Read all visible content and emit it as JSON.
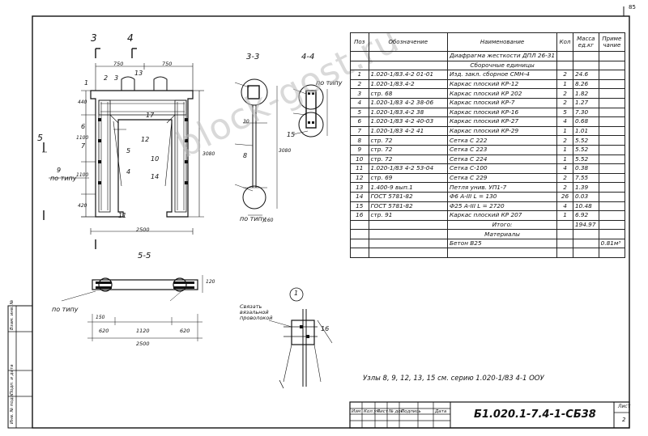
{
  "page_number": "85",
  "document_code": "Б1.020.1-7.4-1-СБ38",
  "sheet_label": "Лист",
  "sheet_number": "2",
  "note": "Узлы 8, 9, 12, 13, 15 см. серию 1.020-1/83 4-1 ООУ",
  "watermark": "block-gost.ru",
  "stamp_headers": [
    "Изм",
    "Кол.уч",
    "Лист",
    "№ док",
    "Подпись",
    "Дата"
  ],
  "side_labels": [
    "Инв. № подл.",
    "Подп. и дата",
    "Взам. инв. №"
  ],
  "table": {
    "headers": {
      "pos": "Поз",
      "designation": "Обозначение",
      "name": "Наименование",
      "qty": "Кол",
      "mass": "Масса ед.кг",
      "note": "Приме чание"
    },
    "title_row": "Диафрагма жесткости ДПЛ 26-31",
    "section_assembly": "Сборочные единицы",
    "rows": [
      {
        "pos": "1",
        "designation": "1.020-1/83.4-2 01-01",
        "name": "Изд. закл. сборное СМН-4",
        "qty": "2",
        "mass": "24.6"
      },
      {
        "pos": "2",
        "designation": "1.020-1/83.4-2",
        "name": "Каркас плоский КР-12",
        "qty": "1",
        "mass": "8.26"
      },
      {
        "pos": "3",
        "designation": "стр. 68",
        "name": "Каркас плоский КР 202",
        "qty": "2",
        "mass": "1.82"
      },
      {
        "pos": "4",
        "designation": "1.020-1/83 4-2 38-06",
        "name": "Каркас плоский КР-7",
        "qty": "2",
        "mass": "1.27"
      },
      {
        "pos": "5",
        "designation": "1.020-1/83.4-2 38",
        "name": "Каркас плоский КР-16",
        "qty": "5",
        "mass": "7.30"
      },
      {
        "pos": "6",
        "designation": "1.020-1/83 4-2 40-03",
        "name": "Каркас плоский КР-27",
        "qty": "4",
        "mass": "0.68"
      },
      {
        "pos": "7",
        "designation": "1.020-1/83 4-2 41",
        "name": "Каркас плоский КР-29",
        "qty": "1",
        "mass": "1.01"
      },
      {
        "pos": "8",
        "designation": "стр. 72",
        "name": "Сетка С 222",
        "qty": "2",
        "mass": "5.52"
      },
      {
        "pos": "9",
        "designation": "стр. 72",
        "name": "Сетка С 223",
        "qty": "1",
        "mass": "5.52"
      },
      {
        "pos": "10",
        "designation": "стр. 72",
        "name": "Сетка С 224",
        "qty": "1",
        "mass": "5.52"
      },
      {
        "pos": "11",
        "designation": "1.020-1/83 4-2 53-04",
        "name": "Сетка С-100",
        "qty": "4",
        "mass": "0.38"
      },
      {
        "pos": "12",
        "designation": "стр. 69",
        "name": "Сетка С 229",
        "qty": "2",
        "mass": "7.55"
      },
      {
        "pos": "13",
        "designation": "1.400-9 вып.1",
        "name": "Петля унив. УП1-7",
        "qty": "2",
        "mass": "1.39"
      },
      {
        "pos": "14",
        "designation": "ГОСТ 5781-82",
        "name": "Ф6 А-III L = 130",
        "qty": "26",
        "mass": "0.03"
      },
      {
        "pos": "15",
        "designation": "ГОСТ 5781-82",
        "name": "Ф25 А-III L = 2720",
        "qty": "4",
        "mass": "10.48"
      },
      {
        "pos": "16",
        "designation": "стр. 91",
        "name": "Каркас плоский КР 207",
        "qty": "1",
        "mass": "6.92"
      }
    ],
    "total_label": "Итого:",
    "total_mass": "194.97",
    "section_materials": "Материалы",
    "material": {
      "name": "Бетон В25",
      "note": "0.81м³"
    }
  },
  "drawing": {
    "section_labels": [
      "3",
      "4",
      "3-3",
      "4-4",
      "5-5",
      "5",
      "1"
    ],
    "dims_main": [
      "750",
      "750",
      "2500",
      "440",
      "1100",
      "1100",
      "420",
      "3080"
    ],
    "dims_55": [
      "620",
      "1120",
      "620",
      "2500",
      "150",
      "120"
    ],
    "dims_33": [
      "30",
      "160",
      "3080"
    ],
    "callouts": [
      "1",
      "2",
      "3",
      "4",
      "5",
      "6",
      "7",
      "8",
      "9",
      "10",
      "11",
      "12",
      "13",
      "14",
      "15",
      "16",
      "17"
    ],
    "annot_po_tipu": "по типу",
    "annot_tie": "Связать вязальной проволокой"
  }
}
